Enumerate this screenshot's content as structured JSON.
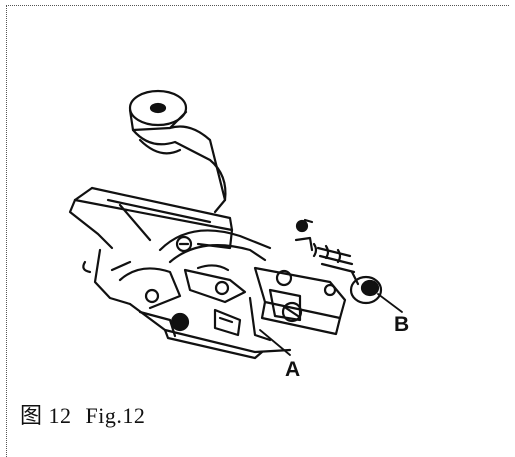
{
  "labels": {
    "a": "A",
    "b": "B"
  },
  "caption": {
    "cn": "图 12",
    "en": "Fig.12"
  },
  "figure_subject": "presser-foot-illustration"
}
